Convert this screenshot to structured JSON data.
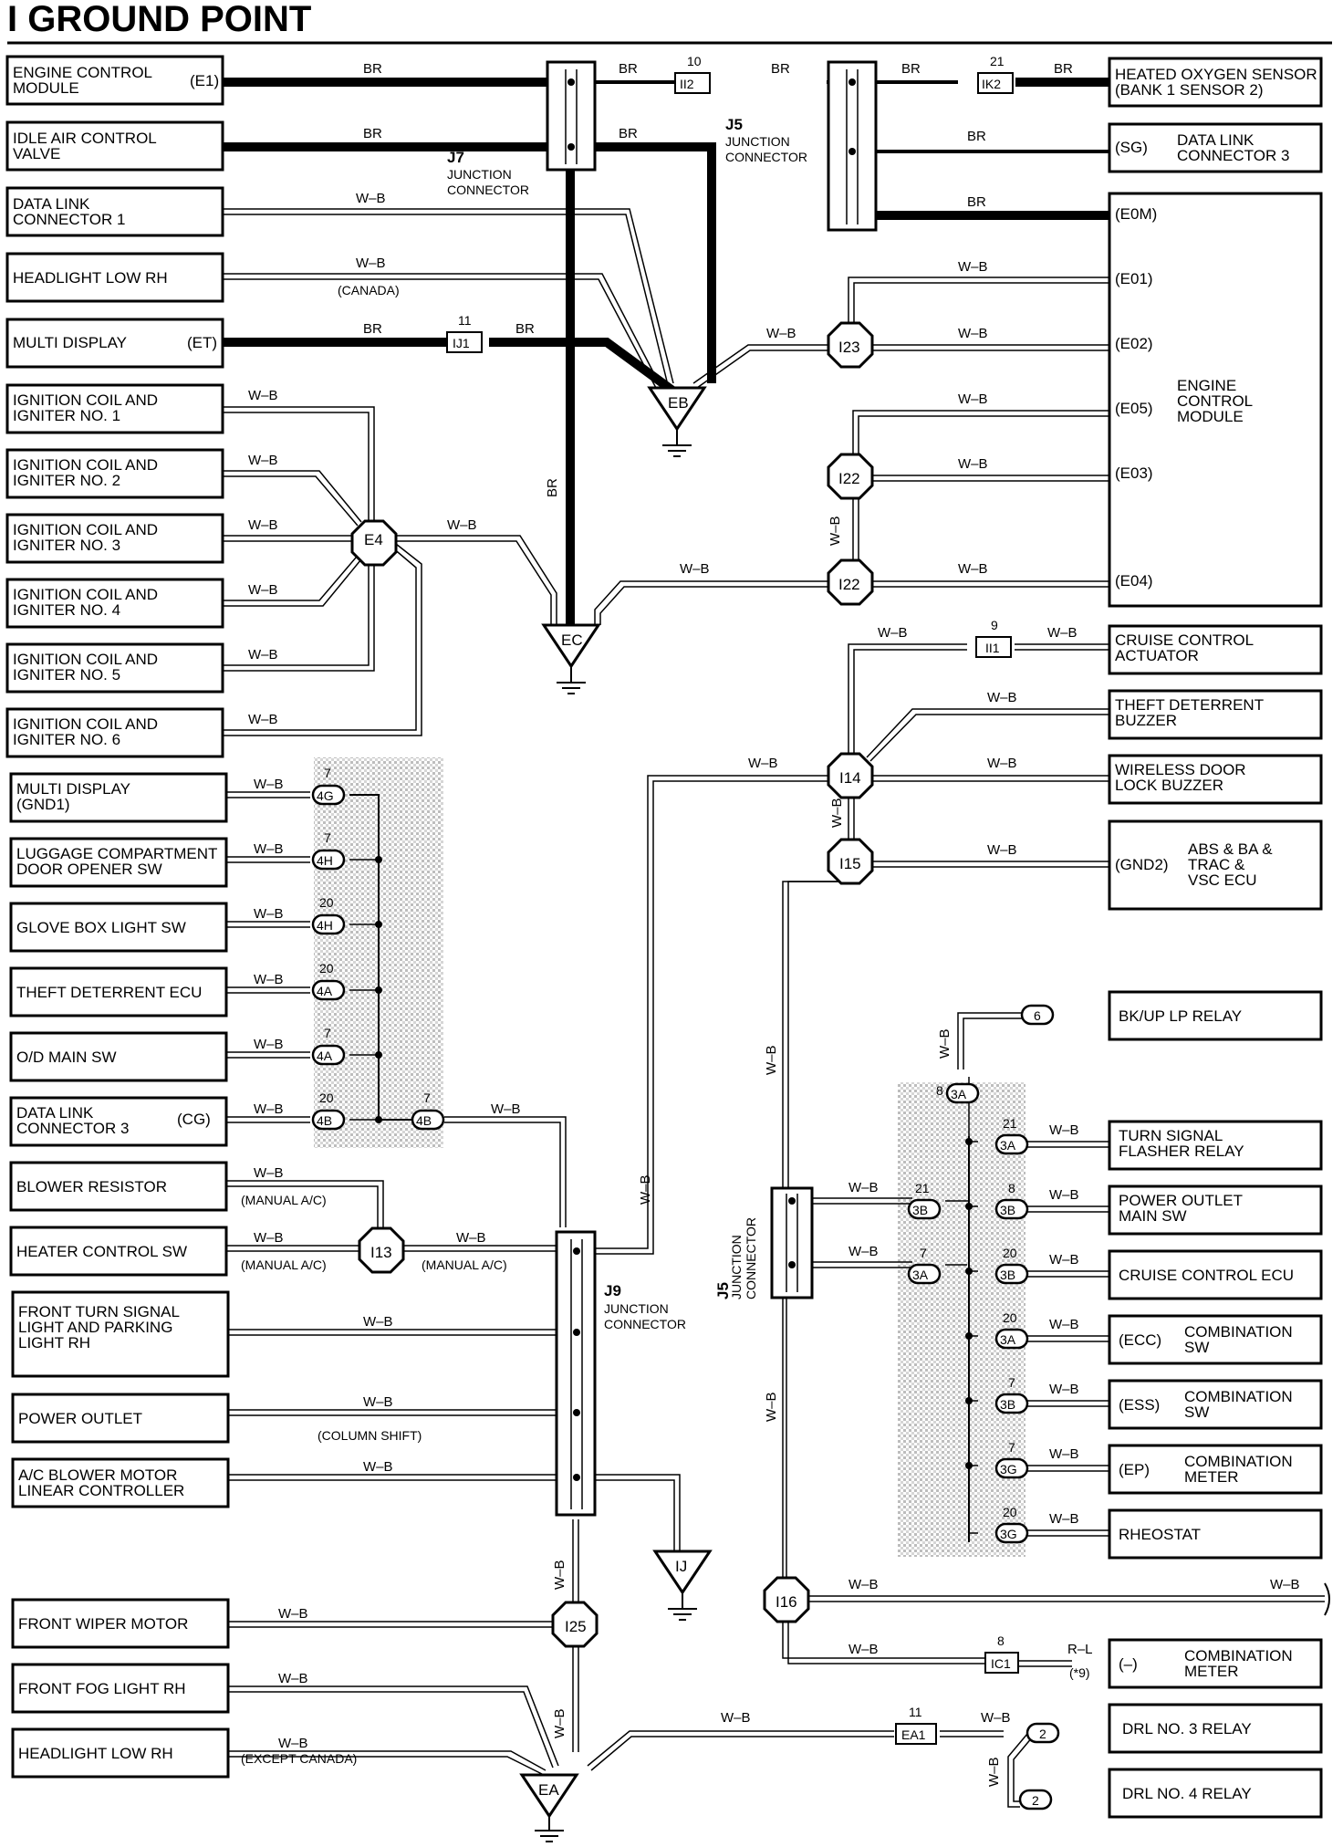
{
  "title": "I GROUND POINT",
  "wire_colors": {
    "BR": "BR",
    "WB": "W–B",
    "RL": "R–L"
  },
  "labels": {
    "ecm_e1": [
      "ENGINE CONTROL",
      "MODULE"
    ],
    "ecm_e1_pin": "(E1)",
    "iac": [
      "IDLE AIR CONTROL",
      "VALVE"
    ],
    "dlc1": [
      "DATA LINK",
      "CONNECTOR 1"
    ],
    "headlight_rh": "HEADLIGHT LOW RH",
    "multi_display_et": "MULTI DISPLAY",
    "multi_display_et_pin": "(ET)",
    "ign1": [
      "IGNITION COIL AND",
      "IGNITER NO. 1"
    ],
    "ign2": [
      "IGNITION COIL AND",
      "IGNITER NO. 2"
    ],
    "ign3": [
      "IGNITION COIL AND",
      "IGNITER NO. 3"
    ],
    "ign4": [
      "IGNITION COIL AND",
      "IGNITER NO. 4"
    ],
    "ign5": [
      "IGNITION COIL AND",
      "IGNITER NO. 5"
    ],
    "ign6": [
      "IGNITION COIL AND",
      "IGNITER NO. 6"
    ],
    "multi_display_gnd1": [
      "MULTI DISPLAY",
      "(GND1)"
    ],
    "luggage": [
      "LUGGAGE COMPARTMENT",
      "DOOR OPENER SW"
    ],
    "glovebox": "GLOVE BOX LIGHT SW",
    "theft_ecu": "THEFT DETERRENT ECU",
    "od_main": "O/D MAIN SW",
    "dlc3_cg": [
      "DATA LINK",
      "CONNECTOR 3"
    ],
    "dlc3_cg_pin": "(CG)",
    "blower_res": "BLOWER RESISTOR",
    "heater_sw": "HEATER CONTROL SW",
    "front_turn": [
      "FRONT TURN SIGNAL",
      "LIGHT AND PARKING",
      "LIGHT RH"
    ],
    "power_outlet": "POWER OUTLET",
    "ac_blower": [
      "A/C BLOWER MOTOR",
      "LINEAR CONTROLLER"
    ],
    "front_wiper": "FRONT WIPER MOTOR",
    "front_fog": "FRONT FOG LIGHT RH",
    "headlight_rh2": "HEADLIGHT LOW RH",
    "heated_o2": [
      "HEATED OXYGEN SENSOR",
      "(BANK 1 SENSOR 2)"
    ],
    "dlc3_sg": [
      "DATA LINK",
      "CONNECTOR 3"
    ],
    "dlc3_sg_pin": "(SG)",
    "ecm_right": [
      "ENGINE",
      "CONTROL",
      "MODULE"
    ],
    "ecm_pins": [
      "(E0M)",
      "(E01)",
      "(E02)",
      "(E05)",
      "(E03)",
      "(E04)"
    ],
    "cruise_act": [
      "CRUISE CONTROL",
      "ACTUATOR"
    ],
    "theft_buzzer": [
      "THEFT DETERRENT",
      "BUZZER"
    ],
    "wireless_buzzer": [
      "WIRELESS DOOR",
      "LOCK BUZZER"
    ],
    "abs_ecu": [
      "ABS & BA &",
      "TRAC &",
      "VSC ECU"
    ],
    "abs_ecu_pin": "(GND2)",
    "bkup_relay": "BK/UP LP RELAY",
    "turn_flasher": [
      "TURN SIGNAL",
      "FLASHER RELAY"
    ],
    "power_outlet_sw": [
      "POWER OUTLET",
      "MAIN SW"
    ],
    "cruise_ecu": "CRUISE CONTROL ECU",
    "comb_sw1": [
      "COMBINATION",
      "SW"
    ],
    "comb_sw1_pin": "(ECC)",
    "comb_sw2": [
      "COMBINATION",
      "SW"
    ],
    "comb_sw2_pin": "(ESS)",
    "comb_meter1": [
      "COMBINATION",
      "METER"
    ],
    "comb_meter1_pin": "(EP)",
    "rheostat": "RHEOSTAT",
    "comb_meter2": [
      "COMBINATION",
      "METER"
    ],
    "comb_meter2_pin": "(–)",
    "drl3": "DRL NO. 3 RELAY",
    "drl4": "DRL NO. 4 RELAY",
    "j7": [
      "J7",
      "JUNCTION",
      "CONNECTOR"
    ],
    "j5_top": [
      "J5",
      "JUNCTION",
      "CONNECTOR"
    ],
    "j9": [
      "J9",
      "JUNCTION",
      "CONNECTOR"
    ],
    "j5_bottom": [
      "J5",
      "JUNCTION",
      "CONNECTOR"
    ],
    "canada": "(CANADA)",
    "manual_ac": "(MANUAL A/C)",
    "column_shift": "(COLUMN SHIFT)",
    "except_canada": "(EXCEPT CANADA)",
    "note9": "(*9)"
  },
  "grounds": [
    "EB",
    "EC",
    "EA",
    "IJ"
  ],
  "splices": [
    "E4",
    "I23",
    "I22",
    "I22",
    "I14",
    "I15",
    "I13",
    "I25",
    "I16"
  ],
  "inline_connectors": {
    "ii2": {
      "num": "10",
      "id": "II2"
    },
    "ik2": {
      "num": "21",
      "id": "IK2"
    },
    "ij1": {
      "num": "11",
      "id": "IJ1"
    },
    "ii1": {
      "num": "9",
      "id": "II1"
    },
    "ic1": {
      "num": "8",
      "id": "IC1"
    },
    "ea1": {
      "num": "11",
      "id": "EA1"
    }
  },
  "jb_left": [
    {
      "num": "7",
      "id": "4G"
    },
    {
      "num": "7",
      "id": "4H"
    },
    {
      "num": "20",
      "id": "4H"
    },
    {
      "num": "20",
      "id": "4A"
    },
    {
      "num": "7",
      "id": "4A"
    },
    {
      "num": "20",
      "id": "4B"
    },
    {
      "num": "7",
      "id": "4B"
    }
  ],
  "jb_right": [
    {
      "num": "8",
      "id": "3A"
    },
    {
      "num": "21",
      "id": "3A"
    },
    {
      "num": "8",
      "id": "3B"
    },
    {
      "num": "21",
      "id": "3B"
    },
    {
      "num": "20",
      "id": "3B"
    },
    {
      "num": "7",
      "id": "3A"
    },
    {
      "num": "20",
      "id": "3A"
    },
    {
      "num": "7",
      "id": "3B"
    },
    {
      "num": "7",
      "id": "3G"
    },
    {
      "num": "20",
      "id": "3G"
    }
  ],
  "bkup_conn": "6",
  "drl_conn": "2"
}
